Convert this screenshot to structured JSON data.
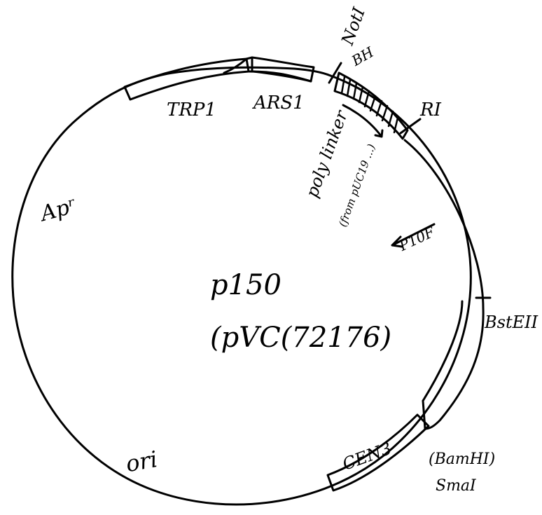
{
  "plasmid": {
    "name": "p150",
    "alias": "(pVC(72176)"
  },
  "sites": {
    "noti": "NotI",
    "bamhi": "BH",
    "ecori": "RI",
    "bsteii": "BstEII",
    "bamhi_paren": "(BamHI)",
    "smai": "SmaI"
  },
  "features": {
    "trp1": "TRP1",
    "ars1": "ARS1",
    "polylinker": "poly linker",
    "polylinker_source": "(from pUC19 ...)",
    "promoter": "P10F",
    "cen3": "CEN3",
    "ampr": "Apʳ",
    "ori": "ori"
  },
  "colors": {
    "ink": "#000000",
    "background": "#ffffff"
  }
}
